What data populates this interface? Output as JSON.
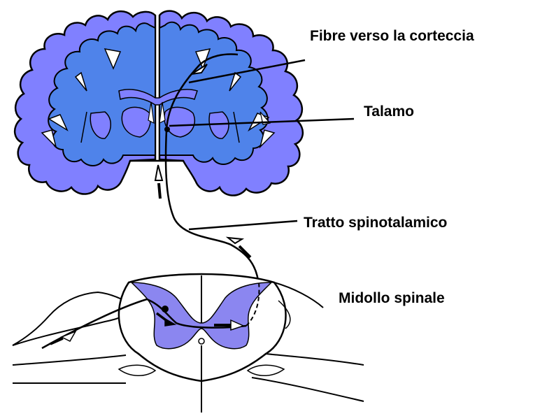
{
  "labels": {
    "fibers_to_cortex": "Fibre verso la corteccia",
    "thalamus": "Talamo",
    "spinothalamic_tract": "Tratto spinotalamico",
    "spinal_cord": "Midollo spinale"
  },
  "colors": {
    "brain_fill": "#8080ff",
    "white_matter": "#4f83ea",
    "gray_matter_spinal": "#8b86f0",
    "outline": "#000000",
    "background": "#ffffff"
  }
}
